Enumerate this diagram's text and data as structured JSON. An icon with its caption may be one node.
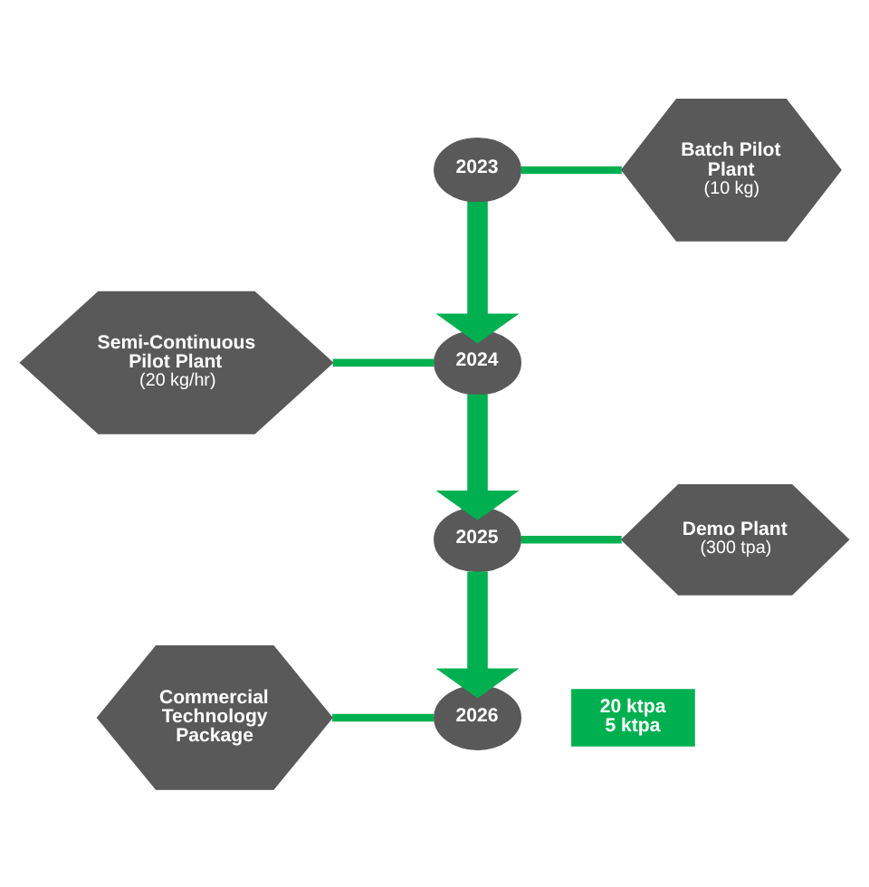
{
  "diagram": {
    "nodes": [
      {
        "text": [
          "2023"
        ]
      },
      {
        "text": [
          "Batch Pilot Plant",
          "(10 kg)"
        ]
      },
      {
        "text": [
          "Semi-Continuous Pilot Plant",
          "(20 kg/hr)"
        ]
      },
      {
        "text": [
          "2024"
        ]
      },
      {
        "text": [
          "2025"
        ]
      },
      {
        "text": [
          "Demo Plant",
          "(300 tpa)"
        ]
      },
      {
        "text": [
          "Commercial Technology Package"
        ]
      },
      {
        "text": [
          "2026"
        ]
      },
      {
        "text": [
          "20 ktpa",
          "5 ktpa"
        ]
      }
    ],
    "edges": [
      {
        "from": 0,
        "to": 1,
        "arrow": "none"
      },
      {
        "from": 0,
        "to": 3,
        "arrow": "to",
        "style": "thick"
      },
      {
        "from": 2,
        "to": 3,
        "arrow": "none"
      },
      {
        "from": 3,
        "to": 4,
        "arrow": "to",
        "style": "thick"
      },
      {
        "from": 4,
        "to": 5,
        "arrow": "none"
      },
      {
        "from": 4,
        "to": 7,
        "arrow": "to",
        "style": "thick"
      },
      {
        "from": 6,
        "to": 7,
        "arrow": "none"
      }
    ]
  }
}
